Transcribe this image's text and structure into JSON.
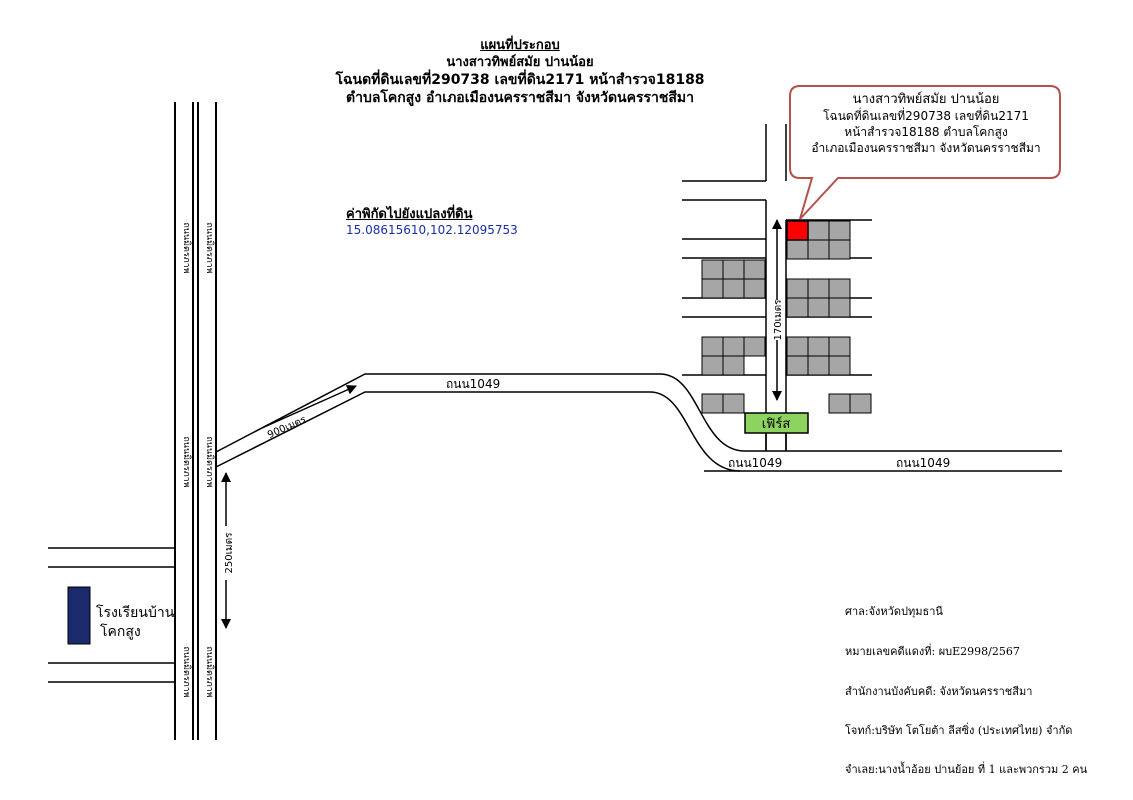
{
  "title": {
    "heading": "แผนที่ประกอบ",
    "owner": "นางสาวทิพย์สมัย ปานน้อย",
    "deed": "โฉนดที่ดินเลขที่290738 เลขที่ดิน2171 หน้าสำรวจ18188",
    "location": "ตำบลโคกสูง อำเภอเมืองนครราชสีมา จังหวัดนครราชสีมา"
  },
  "coordinates": {
    "label": "ค่าพิกัดไปยังแปลงที่ดิน",
    "value": "15.08615610,102.12095753"
  },
  "callout": {
    "name": "นางสาวทิพย์สมัย ปานน้อย",
    "deed": "โฉนดที่ดินเลขที่290738 เลขที่ดิน2171",
    "survey": "หน้าสำรวจ18188 ตำบลโคกสูง",
    "district": "อำเภอเมืองนครราชสีมา จังหวัดนครราชสีมา"
  },
  "roads": {
    "main_left": "ถนนมิตรภาพ",
    "main_right": "ถนนมิตรภาพ",
    "road_1049": "ถนน1049"
  },
  "distances": {
    "d900": "900เมตร",
    "d250": "250เมตร",
    "d170": "170เมตร"
  },
  "landmarks": {
    "school_line1": "โรงเรียนบ้าน",
    "school_line2": "โคกสูง",
    "shop": "เฟิร์ส"
  },
  "case_info": {
    "court": "ศาล:จังหวัดปทุมธานี",
    "case_number": "หมายเลขคดีแดงที่: ผบE2998/2567",
    "office": "สำนักงานบังคับคดี: จังหวัดนครราชสีมา",
    "plaintiff": "โจทก์:บริษัท โตโยต้า ลีสซิ่ง (ประเทศไทย) จำกัด",
    "defendant": "จำเลย:นางน้ำอ้อย ปานย้อย ที่ 1 และพวกรวม 2 คน"
  },
  "colors": {
    "target_plot": "#ff0000",
    "plot": "#a6a6a6",
    "shop": "#8dd35f",
    "school": "#1a2a6c",
    "callout_border": "#b5504a",
    "coord_text": "#1a2ea8"
  }
}
